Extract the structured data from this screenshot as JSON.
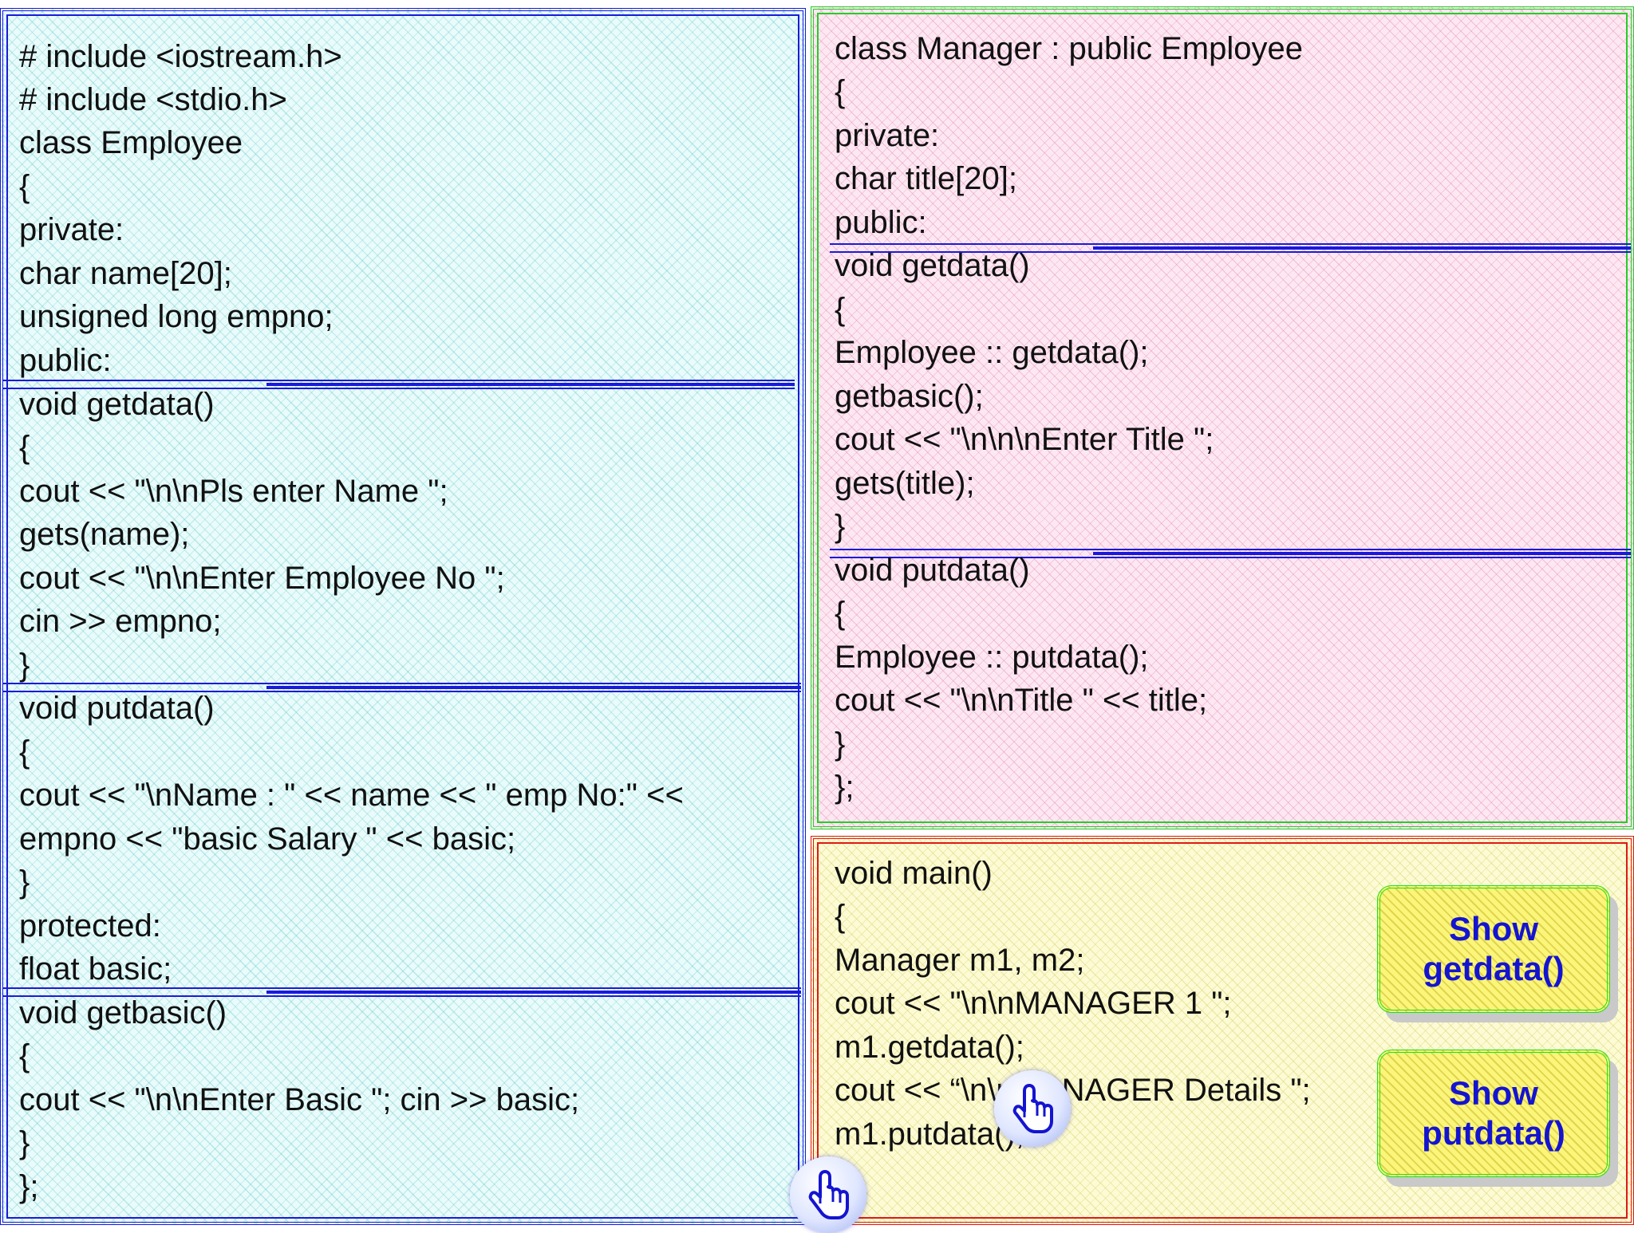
{
  "employee_class": {
    "lines": [
      "# include <iostream.h>",
      "# include <stdio.h>",
      "class Employee",
      "{",
      "private:",
      "char name[20];",
      "unsigned long empno;",
      "public:",
      "void getdata()",
      "{",
      "cout << \"\\n\\nPls enter Name \";",
      "gets(name);",
      "cout << \"\\n\\nEnter Employee No \";",
      "cin >> empno;",
      "}",
      "void putdata()",
      "{",
      "cout << \"\\nName : \" << name << \" emp No:\" <<",
      "empno << \"basic Salary \" << basic;",
      "}",
      "protected:",
      "float basic;",
      "void getbasic()",
      "{",
      "cout << \"\\n\\nEnter Basic \"; cin >> basic;",
      "}",
      "};"
    ]
  },
  "manager_class": {
    "lines": [
      "class Manager : public Employee",
      "{",
      "private:",
      "char title[20];",
      "public:",
      "void getdata()",
      "{",
      "Employee :: getdata();",
      "getbasic();",
      "cout << \"\\n\\n\\nEnter Title \";",
      "gets(title);",
      "}",
      "void putdata()",
      "{",
      "Employee :: putdata();",
      "cout << \"\\n\\nTitle \" << title;",
      "}",
      "};"
    ]
  },
  "main_function": {
    "lines": [
      "void main()",
      "{",
      "Manager m1, m2;",
      "cout << \"\\n\\nMANAGER 1 \";",
      "m1.getdata();",
      "cout << “\\n\\nMANAGER Details \";",
      "m1.putdata();"
    ]
  },
  "buttons": {
    "show_getdata": {
      "line1": "Show",
      "line2": "getdata()"
    },
    "show_putdata": {
      "line1": "Show",
      "line2": "putdata()"
    }
  },
  "icons": {
    "pointer": "pointing-hand-icon"
  },
  "colors": {
    "employee_border": "#1a1adc",
    "manager_border": "#22d022",
    "main_border": "#e01818",
    "button_text": "#1414d0",
    "button_border": "#1ee01e"
  }
}
